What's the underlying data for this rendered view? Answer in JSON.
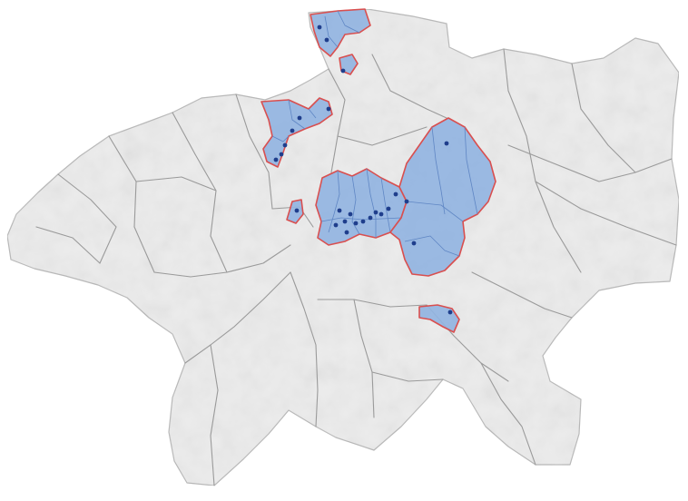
{
  "map": {
    "colors": {
      "background": "#ffffff",
      "land": "#ececec",
      "land_shade": "#e2e2e2",
      "border": "#9a9a9a",
      "region_fill": "#92b4e1",
      "region_stroke": "#d94f4f",
      "region_subline": "#5f86c4",
      "marker": "#1f3e8c"
    },
    "highlighted_regions": [
      "north-enclave",
      "north-enclave-small",
      "northwest-cluster",
      "west-fragment",
      "central-cluster",
      "east-large-region",
      "south-enclave"
    ],
    "marker_count": 26
  }
}
